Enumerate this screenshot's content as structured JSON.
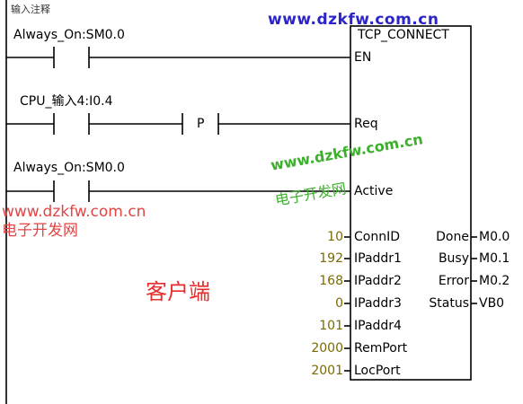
{
  "network": {
    "comment_label": "输入注释"
  },
  "contacts": [
    {
      "id": "c1",
      "label": "Always_On:SM0.0"
    },
    {
      "id": "c2",
      "label": "CPU_输入4:I0.4"
    },
    {
      "id": "c3",
      "label": "Always_On:SM0.0"
    }
  ],
  "edge_detector": {
    "label": "P"
  },
  "block": {
    "title": "TCP_CONNECT",
    "inputs": [
      {
        "pin": "EN",
        "value": ""
      },
      {
        "pin": "Req",
        "value": ""
      },
      {
        "pin": "Active",
        "value": ""
      },
      {
        "pin": "ConnID",
        "value": "10"
      },
      {
        "pin": "IPaddr1",
        "value": "192"
      },
      {
        "pin": "IPaddr2",
        "value": "168"
      },
      {
        "pin": "IPaddr3",
        "value": "0"
      },
      {
        "pin": "IPaddr4",
        "value": "101"
      },
      {
        "pin": "RemPort",
        "value": "2000"
      },
      {
        "pin": "LocPort",
        "value": "2001"
      }
    ],
    "outputs": [
      {
        "pin": "Done",
        "value": "M0.0"
      },
      {
        "pin": "Busy",
        "value": "M0.1"
      },
      {
        "pin": "Error",
        "value": "M0.2"
      },
      {
        "pin": "Status",
        "value": "VB0"
      }
    ]
  },
  "annotations": {
    "client_label": "客户端"
  },
  "watermarks": {
    "top_url": "www.dzkfw.com.cn",
    "center_url": "www.dzkfw.com.cn",
    "center_cn": "电子开发网",
    "left_url": "www.dzkfw.com.cn",
    "left_cn": "电子开发网"
  },
  "colors": {
    "wire": "#000000",
    "value_text": "#7a6a00",
    "watermark_blue": "#2b24c8",
    "watermark_green": "#3cb02c",
    "watermark_red": "#e34444",
    "client_red": "#e62c2c"
  }
}
